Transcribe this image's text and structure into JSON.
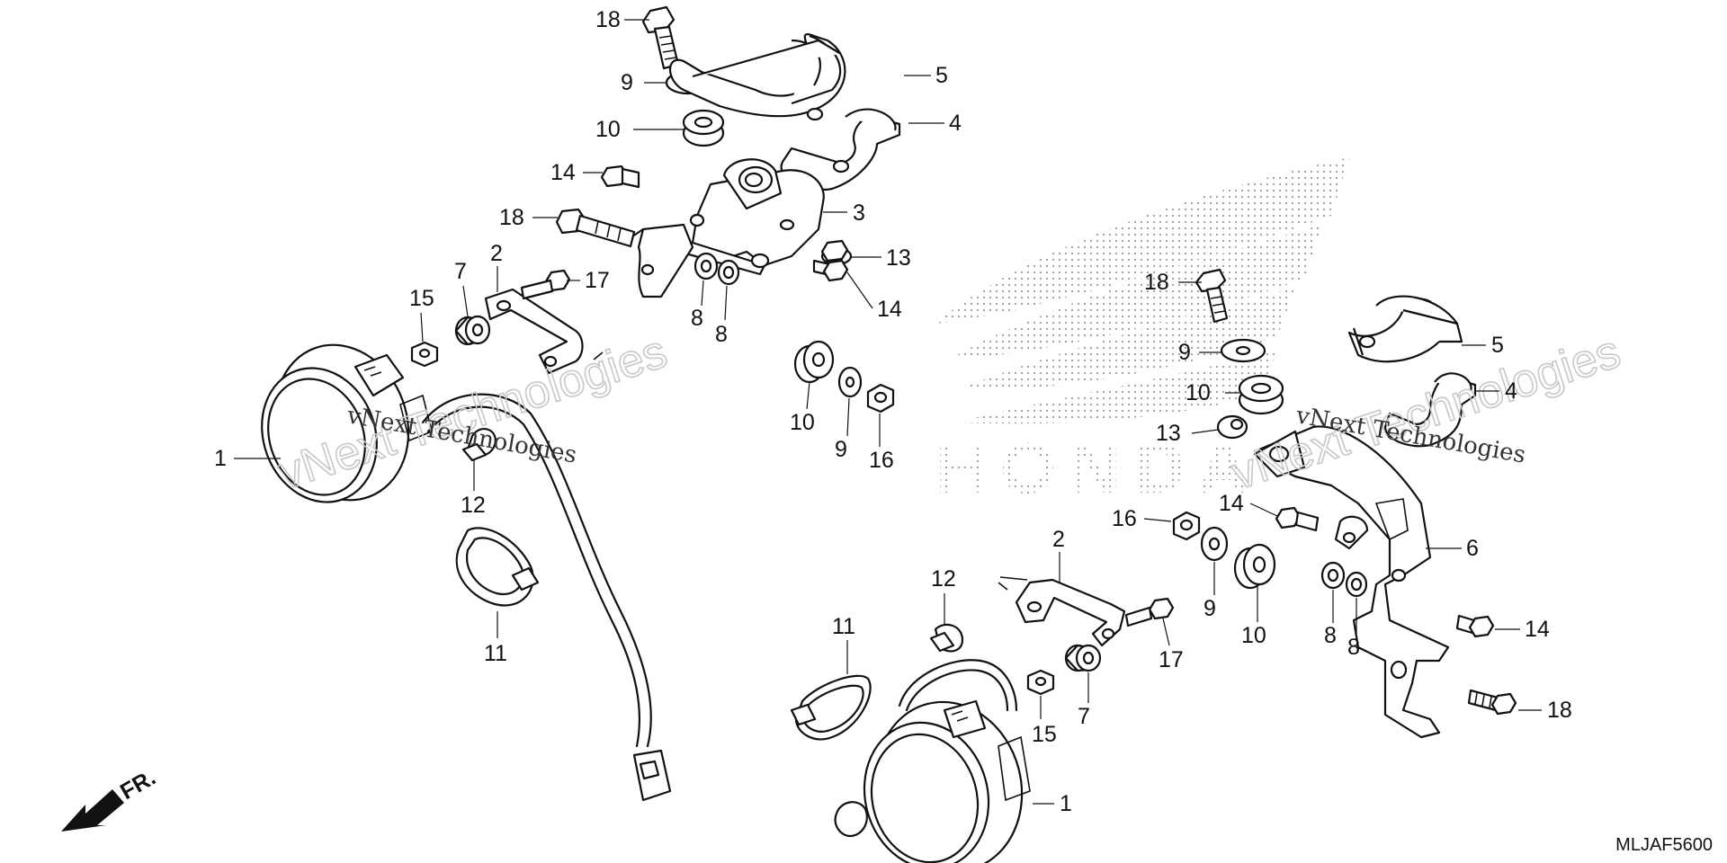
{
  "diagram": {
    "code": "MLJAF5600",
    "direction_label": "FR.",
    "watermark": "vNext Technologies",
    "brand_mark": "HONDA",
    "callouts": {
      "left": [
        {
          "id": "L18a",
          "text": "18"
        },
        {
          "id": "L9a",
          "text": "9"
        },
        {
          "id": "L10a",
          "text": "10"
        },
        {
          "id": "L5",
          "text": "5"
        },
        {
          "id": "L4",
          "text": "4"
        },
        {
          "id": "L14a",
          "text": "14"
        },
        {
          "id": "L3",
          "text": "3"
        },
        {
          "id": "L18b",
          "text": "18"
        },
        {
          "id": "L13",
          "text": "13"
        },
        {
          "id": "L2",
          "text": "2"
        },
        {
          "id": "L7",
          "text": "7"
        },
        {
          "id": "L15",
          "text": "15"
        },
        {
          "id": "L17",
          "text": "17"
        },
        {
          "id": "L8a",
          "text": "8"
        },
        {
          "id": "L8b",
          "text": "8"
        },
        {
          "id": "L14b",
          "text": "14"
        },
        {
          "id": "L10b",
          "text": "10"
        },
        {
          "id": "L9b",
          "text": "9"
        },
        {
          "id": "L16",
          "text": "16"
        },
        {
          "id": "L1",
          "text": "1"
        },
        {
          "id": "L12",
          "text": "12"
        },
        {
          "id": "L11",
          "text": "11"
        }
      ],
      "right": [
        {
          "id": "R18a",
          "text": "18"
        },
        {
          "id": "R9a",
          "text": "9"
        },
        {
          "id": "R10a",
          "text": "10"
        },
        {
          "id": "R13",
          "text": "13"
        },
        {
          "id": "R5",
          "text": "5"
        },
        {
          "id": "R4",
          "text": "4"
        },
        {
          "id": "R14a",
          "text": "14"
        },
        {
          "id": "R16",
          "text": "16"
        },
        {
          "id": "R6",
          "text": "6"
        },
        {
          "id": "R2",
          "text": "2"
        },
        {
          "id": "R12",
          "text": "12"
        },
        {
          "id": "R11",
          "text": "11"
        },
        {
          "id": "R9b",
          "text": "9"
        },
        {
          "id": "R10b",
          "text": "10"
        },
        {
          "id": "R8a",
          "text": "8"
        },
        {
          "id": "R8b",
          "text": "8"
        },
        {
          "id": "R14b",
          "text": "14"
        },
        {
          "id": "R17",
          "text": "17"
        },
        {
          "id": "R15",
          "text": "15"
        },
        {
          "id": "R7",
          "text": "7"
        },
        {
          "id": "R18b",
          "text": "18"
        },
        {
          "id": "R1",
          "text": "1"
        }
      ]
    }
  }
}
